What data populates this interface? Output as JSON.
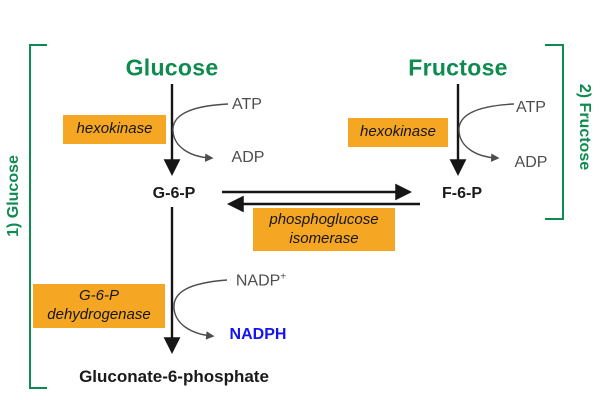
{
  "colors": {
    "green": "#0e8b4f",
    "orange": "#f5a623",
    "blue": "#1414ef",
    "gray": "#4d4d4d",
    "black": "#1a1a1a"
  },
  "brackets": {
    "left_label": "1) Glucose",
    "right_label": "2) Fructose"
  },
  "glucose_pathway": {
    "substrate": "Glucose",
    "enzyme": "hexokinase",
    "cofactor_in": "ATP",
    "cofactor_out": "ADP",
    "product": "G-6-P"
  },
  "fructose_pathway": {
    "substrate": "Fructose",
    "enzyme": "hexokinase",
    "cofactor_in": "ATP",
    "cofactor_out": "ADP",
    "product": "F-6-P"
  },
  "isomerization": {
    "enzyme_line1": "phosphoglucose",
    "enzyme_line2": "isomerase"
  },
  "oxidation": {
    "enzyme_line1": "G-6-P",
    "enzyme_line2": "dehydrogenase",
    "cofactor_in": "NADP",
    "cofactor_in_sup": "+",
    "cofactor_out": "NADPH",
    "product": "Gluconate-6-phosphate"
  }
}
